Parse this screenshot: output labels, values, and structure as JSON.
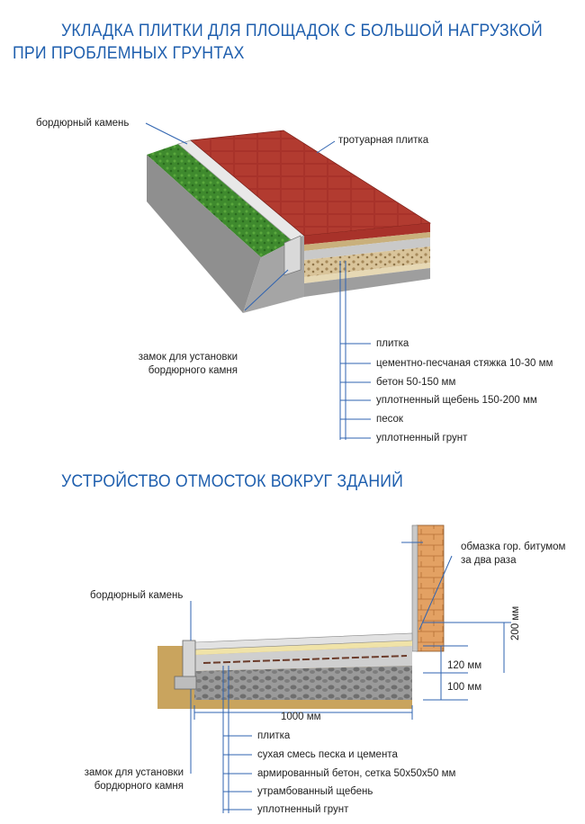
{
  "section1": {
    "title_line1": "УКЛАДКА ПЛИТКИ ДЛЯ ПЛОЩАДОК С БОЛЬШОЙ НАГРУЗКОЙ",
    "title_line2": "ПРИ ПРОБЛЕМНЫХ ГРУНТАХ",
    "curb_label": "бордюрный камень",
    "tile_label": "тротуарная плитка",
    "lock_label_line1": "замок для установки",
    "lock_label_line2": "бордюрного камня",
    "layers": [
      "плитка",
      "цементно-песчаная стяжка 10-30 мм",
      "бетон 50-150 мм",
      "уплотненный щебень 150-200 мм",
      "песок",
      "уплотненный грунт"
    ]
  },
  "section2": {
    "title": "УСТРОЙСТВО ОТМОСТОК ВОКРУГ ЗДАНИЙ",
    "curb_label": "бордюрный камень",
    "bitumen_label_line1": "обмазка гор. битумом",
    "bitumen_label_line2": "за два раза",
    "dim_200": "200 мм",
    "dim_120": "120 мм",
    "dim_100": "100 мм",
    "dim_1000": "1000 мм",
    "lock_label_line1": "замок для установки",
    "lock_label_line2": "бордюрного камня",
    "layers": [
      "плитка",
      "сухая смесь песка и цемента",
      "армированный бетон, сетка 50x50x50 мм",
      "утрамбованный щебень",
      "уплотненный грунт"
    ]
  },
  "colors": {
    "title_blue": "#1f5fae",
    "tile_red": "#a8322a",
    "grass_green": "#3f8a2e",
    "brick": "#d8914f",
    "leader_blue": "#2f63b0"
  }
}
